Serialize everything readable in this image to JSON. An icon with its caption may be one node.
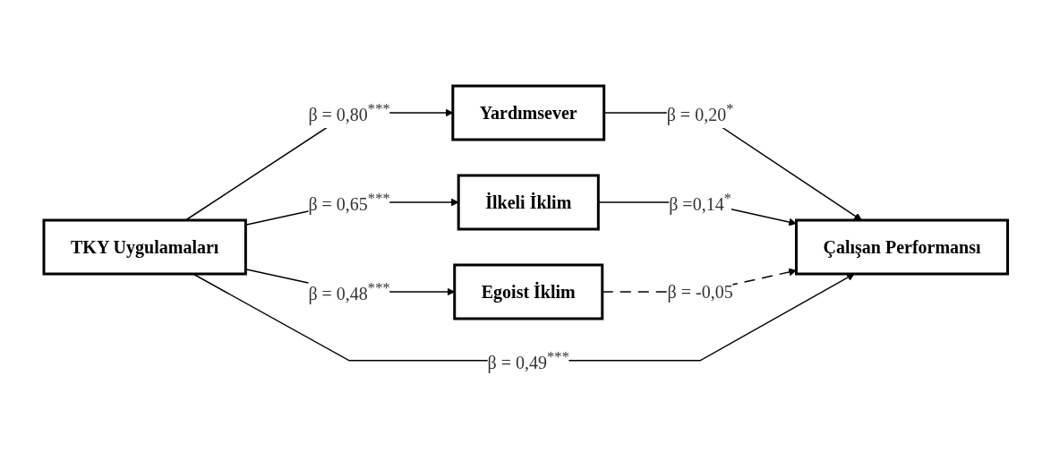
{
  "diagram": {
    "nodes": [
      {
        "text": [
          "TKY Uygulamaları"
        ]
      },
      {
        "text": [
          "Yardımsever"
        ]
      },
      {
        "text": [
          "İlkeli İklim"
        ]
      },
      {
        "text": [
          "Egoist İklim"
        ]
      },
      {
        "text": [
          "Çalışan Performansı"
        ]
      }
    ],
    "edges": [
      {
        "from": 0,
        "to": 1,
        "arrow": "to",
        "label": "β = 0,80$^{***}$"
      },
      {
        "from": 0,
        "to": 2,
        "arrow": "to",
        "label": "β = 0,65$^{***}$"
      },
      {
        "from": 0,
        "to": 3,
        "arrow": "to",
        "label": "β = 0,48$^{***}$"
      },
      {
        "from": 1,
        "to": 4,
        "arrow": "to",
        "label": "β = 0,20$^{*}$"
      },
      {
        "from": 2,
        "to": 4,
        "arrow": "to",
        "label": "β =0,14$^{*}$"
      },
      {
        "from": 3,
        "to": 4,
        "arrow": "to",
        "label": "β = -0,05",
        "style": "dashed"
      },
      {
        "from": 0,
        "to": 4,
        "arrow": "to",
        "label": "β = 0,49$^{***}$"
      }
    ]
  }
}
